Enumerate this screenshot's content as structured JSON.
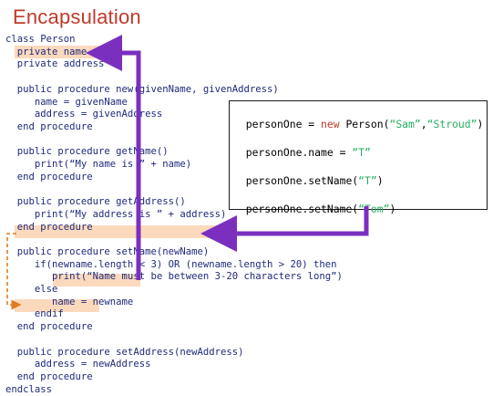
{
  "title": "Encapsulation",
  "colors": {
    "title": "#c0392b",
    "code": "#1f2a7a",
    "highlight": "#fbd9bd",
    "arrow": "#7b2fbf",
    "dashed_arrow": "#e07b20",
    "keyword_new": "#c0392b",
    "string": "#27ae60"
  },
  "code_lines": [
    "class Person",
    "  private name",
    "  private address",
    "",
    "  public procedure new(givenName, givenAddress)",
    "     name = givenName",
    "     address = givenAddress",
    "  end procedure",
    "",
    "  public procedure getName()",
    "     print(“My name is ” + name)",
    "  end procedure",
    "",
    "  public procedure getAddress()",
    "     print(“My address is ” + address)",
    "  end procedure",
    "",
    "  public procedure setName(newName)",
    "     if(newname.length < 3) OR (newname.length > 20) then",
    "        print(“Name must be between 3-20 characters long”)",
    "     else",
    "        name = newname",
    "     endif",
    "  end procedure",
    "",
    "  public procedure setAddress(newAddress)",
    "     address = newAddress",
    "  end procedure",
    "endclass"
  ],
  "example_box": {
    "line1": {
      "prefix": "personOne = ",
      "keyword": "new",
      "mid": " Person(",
      "arg1": "“Sam”",
      "comma": ",",
      "arg2": "“Stroud”",
      "suffix": ")"
    },
    "line2": {
      "prefix": "personOne.name = ",
      "arg": "“T”"
    },
    "line3": {
      "prefix": "personOne.setName(",
      "arg": "“T”",
      "suffix": ")"
    },
    "line4": {
      "prefix": "personOne.setName(",
      "arg": "“Tom”",
      "suffix": ")"
    }
  }
}
